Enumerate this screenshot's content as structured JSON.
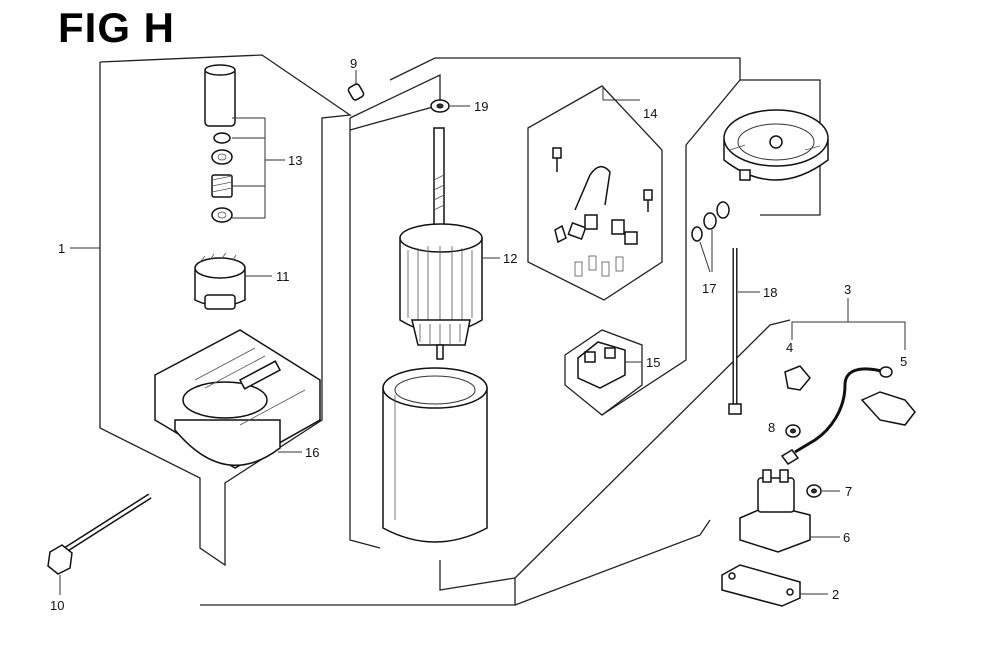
{
  "figure": {
    "title": "FIG H"
  },
  "callouts": [
    {
      "id": "1",
      "text": "1"
    },
    {
      "id": "2",
      "text": "2"
    },
    {
      "id": "3",
      "text": "3"
    },
    {
      "id": "4",
      "text": "4"
    },
    {
      "id": "5",
      "text": "5"
    },
    {
      "id": "6",
      "text": "6"
    },
    {
      "id": "7",
      "text": "7"
    },
    {
      "id": "8",
      "text": "8"
    },
    {
      "id": "9",
      "text": "9"
    },
    {
      "id": "10",
      "text": "10"
    },
    {
      "id": "11",
      "text": "11"
    },
    {
      "id": "12",
      "text": "12"
    },
    {
      "id": "13",
      "text": "13"
    },
    {
      "id": "14",
      "text": "14"
    },
    {
      "id": "15",
      "text": "15"
    },
    {
      "id": "16",
      "text": "16"
    },
    {
      "id": "17",
      "text": "17"
    },
    {
      "id": "18",
      "text": "18"
    },
    {
      "id": "19",
      "text": "19"
    }
  ]
}
